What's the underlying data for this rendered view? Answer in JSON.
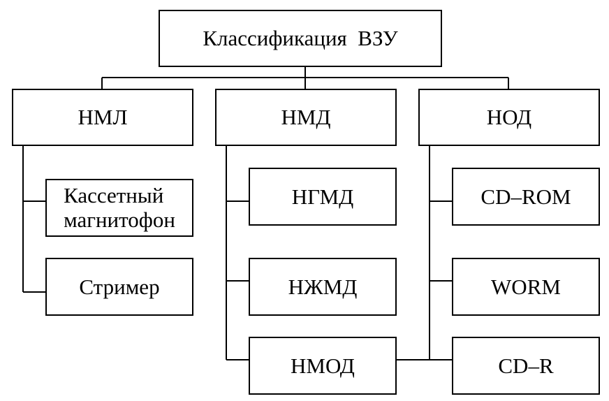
{
  "diagram": {
    "root": {
      "label": "Классификация  ВЗУ"
    },
    "categories": [
      {
        "label": "НМЛ",
        "children": [
          {
            "label_lines": [
              "Кассетный",
              "магнитофон"
            ]
          },
          {
            "label": "Стример"
          }
        ]
      },
      {
        "label": "НМД",
        "children": [
          {
            "label": "НГМД"
          },
          {
            "label": "НЖМД"
          },
          {
            "label": "НМОД"
          }
        ]
      },
      {
        "label": "НОД",
        "children": [
          {
            "label": "CD–ROM"
          },
          {
            "label": "WORM"
          },
          {
            "label": "CD–R"
          }
        ]
      }
    ],
    "colors": {
      "line": "#000000",
      "box_fill": "#ffffff",
      "background": "#ffffff"
    }
  }
}
